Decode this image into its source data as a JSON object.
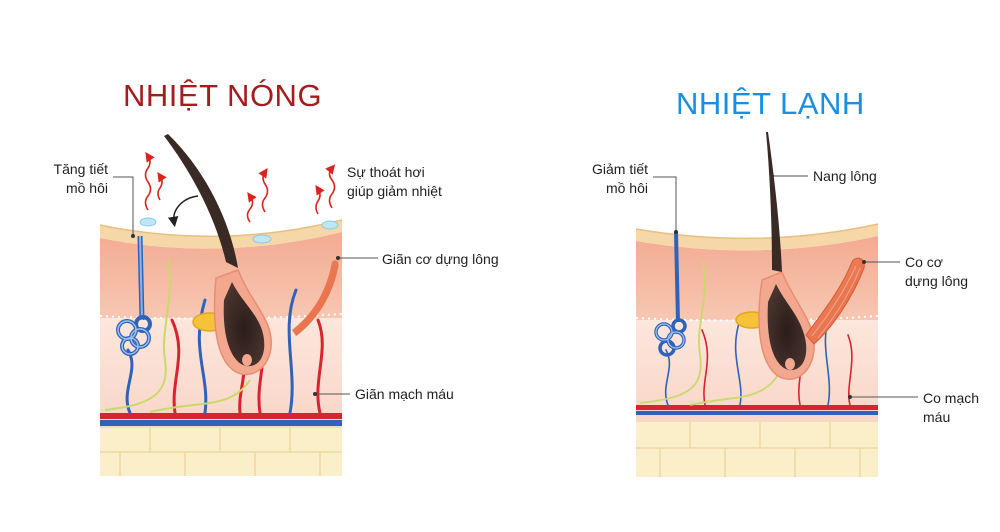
{
  "panels": {
    "hot": {
      "title": "NHIỆT NÓNG",
      "title_color": "#a51c1c",
      "labels": {
        "sweat": [
          "Tăng tiết",
          "mồ hôi"
        ],
        "evaporation": [
          "Sự thoát hơi",
          "giúp giảm nhiệt"
        ],
        "muscle": "Giãn cơ dựng lông",
        "vessels": "Giãn mạch máu"
      }
    },
    "cold": {
      "title": "NHIỆT LẠNH",
      "title_color": "#1a8ee0",
      "labels": {
        "sweat": [
          "Giảm tiết",
          "mồ hôi"
        ],
        "follicle": "Nang lông",
        "muscle": [
          "Co cơ",
          "dựng lông"
        ],
        "vessels": [
          "Co mạch",
          "máu"
        ]
      }
    }
  },
  "colors": {
    "epidermis": "#f6d7a8",
    "dermis_upper": "#f4b8a0",
    "dermis_lower": "#fbe2d6",
    "fat": "#fbefc9",
    "artery": "#d9232e",
    "vein": "#2f62b8",
    "nerve": "#c9d96a",
    "hair": "#3a2a25",
    "heat_arrow": "#d7261e",
    "sweat_droplet": "#bfe6f5"
  }
}
